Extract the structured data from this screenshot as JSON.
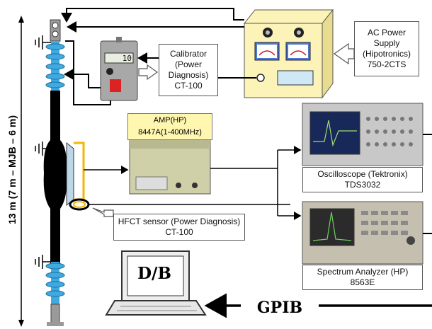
{
  "height_label": "13 m (7 m – MJB – 6 m)",
  "calibrator": {
    "line1": "Calibrator",
    "line2": "(Power",
    "line3": "Diagnosis)",
    "line4": "CT-100",
    "display": "10"
  },
  "ac_power": {
    "line1": "AC Power",
    "line2": "Supply",
    "line3": "(Hipotronics)",
    "line4": "750-2CTS"
  },
  "amp": {
    "line1": "AMP(HP)",
    "line2": "8447A(1-400MHz)"
  },
  "oscilloscope": {
    "line1": "Oscilloscope (Tektronix)",
    "line2": "TDS3032"
  },
  "hfct": {
    "line1": "HFCT sensor (Power Diagnosis)",
    "line2": "CT-100"
  },
  "spectrum": {
    "line1": "Spectrum Analyzer (HP)",
    "line2": "8563E"
  },
  "db_label": "D/B",
  "gpib_label": "GPIB",
  "colors": {
    "insulator": "#3fa9e0",
    "sensor_wire": "#f2b705",
    "cable": "#000000",
    "supply_body": "#fbf3b8"
  }
}
